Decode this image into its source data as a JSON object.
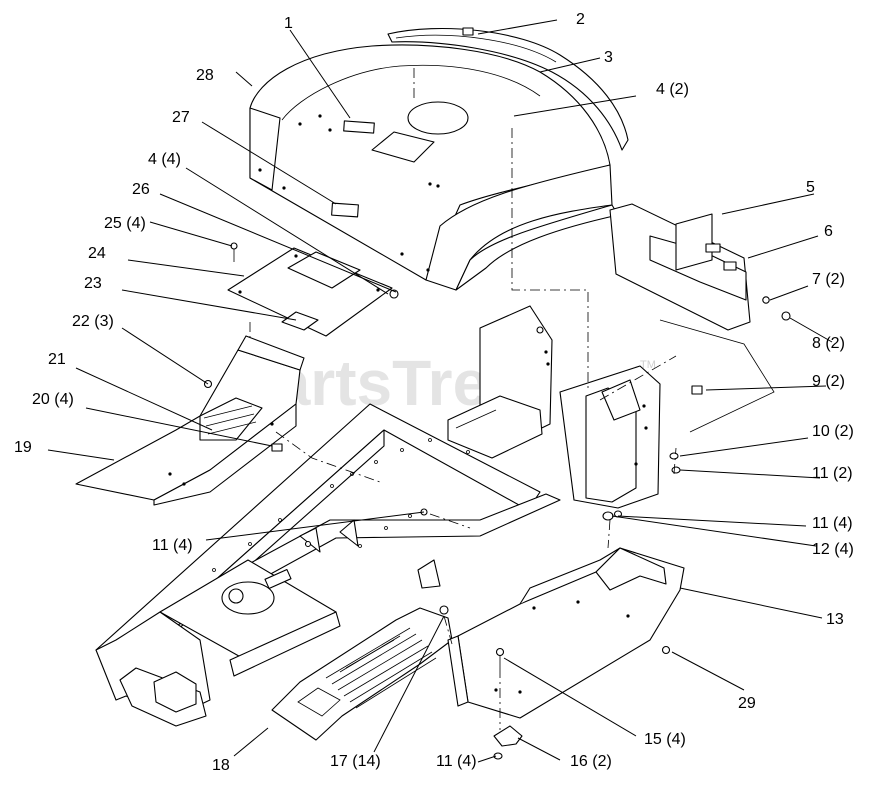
{
  "watermark": {
    "text": "PartsTree",
    "trademark": "TM"
  },
  "callouts": [
    {
      "label": "1"
    },
    {
      "label": "2"
    },
    {
      "label": "3"
    },
    {
      "label": "4 (2)"
    },
    {
      "label": "28"
    },
    {
      "label": "27"
    },
    {
      "label": "4 (4)"
    },
    {
      "label": "26"
    },
    {
      "label": "25 (4)"
    },
    {
      "label": "24"
    },
    {
      "label": "23"
    },
    {
      "label": "22 (3)"
    },
    {
      "label": "21"
    },
    {
      "label": "20 (4)"
    },
    {
      "label": "19"
    },
    {
      "label": "5"
    },
    {
      "label": "6"
    },
    {
      "label": "7 (2)"
    },
    {
      "label": "8 (2)"
    },
    {
      "label": "9 (2)"
    },
    {
      "label": "10 (2)"
    },
    {
      "label": "11 (2)"
    },
    {
      "label": "11 (4)"
    },
    {
      "label": "12 (4)"
    },
    {
      "label": "13"
    },
    {
      "label": "29"
    },
    {
      "label": "15 (4)"
    },
    {
      "label": "16 (2)"
    },
    {
      "label": "11 (4)"
    },
    {
      "label": "17 (14)"
    },
    {
      "label": "18"
    },
    {
      "label": "11 (4)"
    }
  ]
}
